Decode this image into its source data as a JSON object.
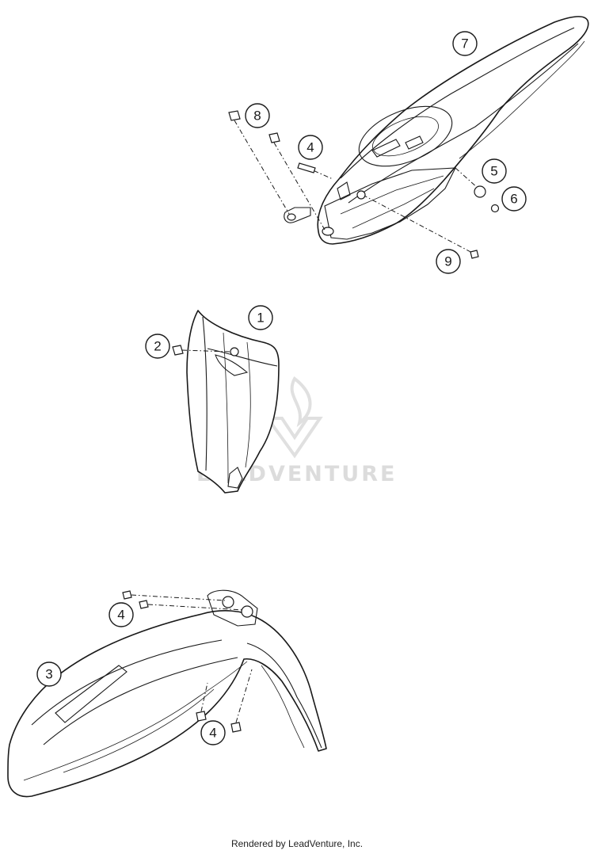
{
  "watermark": {
    "text": "LEADVENTURE"
  },
  "callouts": {
    "c1": "1",
    "c2": "2",
    "c3": "3",
    "c4a": "4",
    "c4b": "4",
    "c4c": "4",
    "c5": "5",
    "c6": "6",
    "c7": "7",
    "c8": "8",
    "c9": "9"
  },
  "footer": {
    "text": "Rendered by LeadVenture, Inc."
  }
}
